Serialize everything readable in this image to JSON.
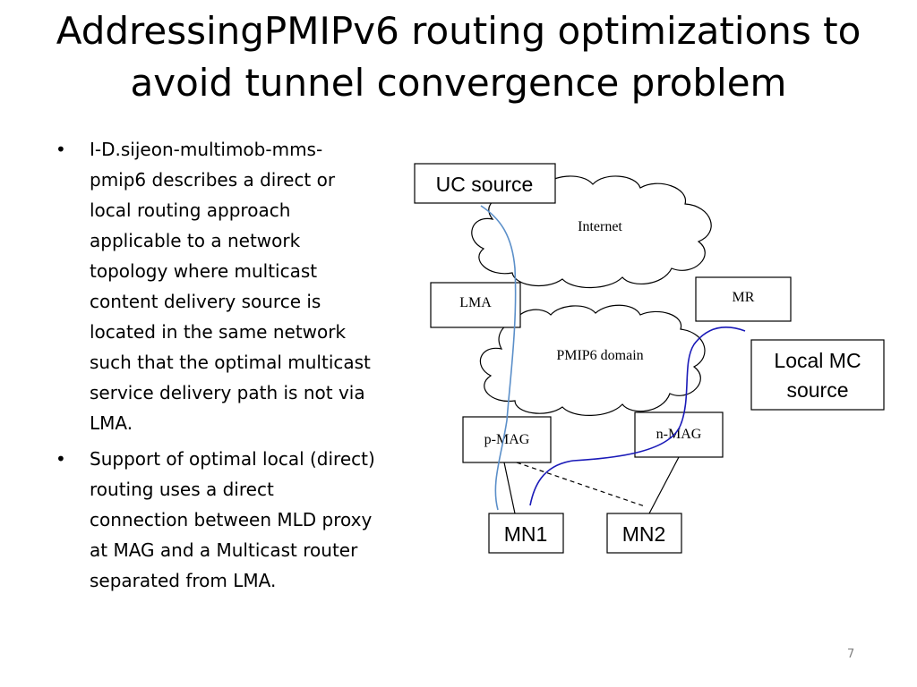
{
  "slide": {
    "title": "AddressingPMIPv6 routing optimizations to avoid tunnel convergence problem",
    "bullets": [
      {
        "marker": "•",
        "text": "I-D.sijeon-multimob-mms-\npmip6 describes a direct or\nlocal routing  approach\napplicable to a network\ntopology where multicast\ncontent delivery source is\nlocated in the same network\nsuch that the optimal multicast\nservice delivery path is not via\nLMA."
      },
      {
        "marker": "•",
        "text": "Support of optimal local (direct)\nrouting uses a direct\nconnection between MLD proxy\nat MAG and a Multicast router\nseparated from LMA."
      }
    ],
    "page_number": "7"
  },
  "diagram": {
    "uc_source": "UC source",
    "internet": "Internet",
    "lma": "LMA",
    "mr": "MR",
    "pmip6_domain": "PMIP6 domain",
    "local_mc_source_line1": "Local MC",
    "local_mc_source_line2": "source",
    "p_mag": "p-MAG",
    "n_mag": "n-MAG",
    "mn1": "MN1",
    "mn2": "MN2",
    "colors": {
      "unicast_path": "#5b8fc9",
      "multicast_path": "#1a1ab8",
      "outline": "#000000"
    }
  }
}
